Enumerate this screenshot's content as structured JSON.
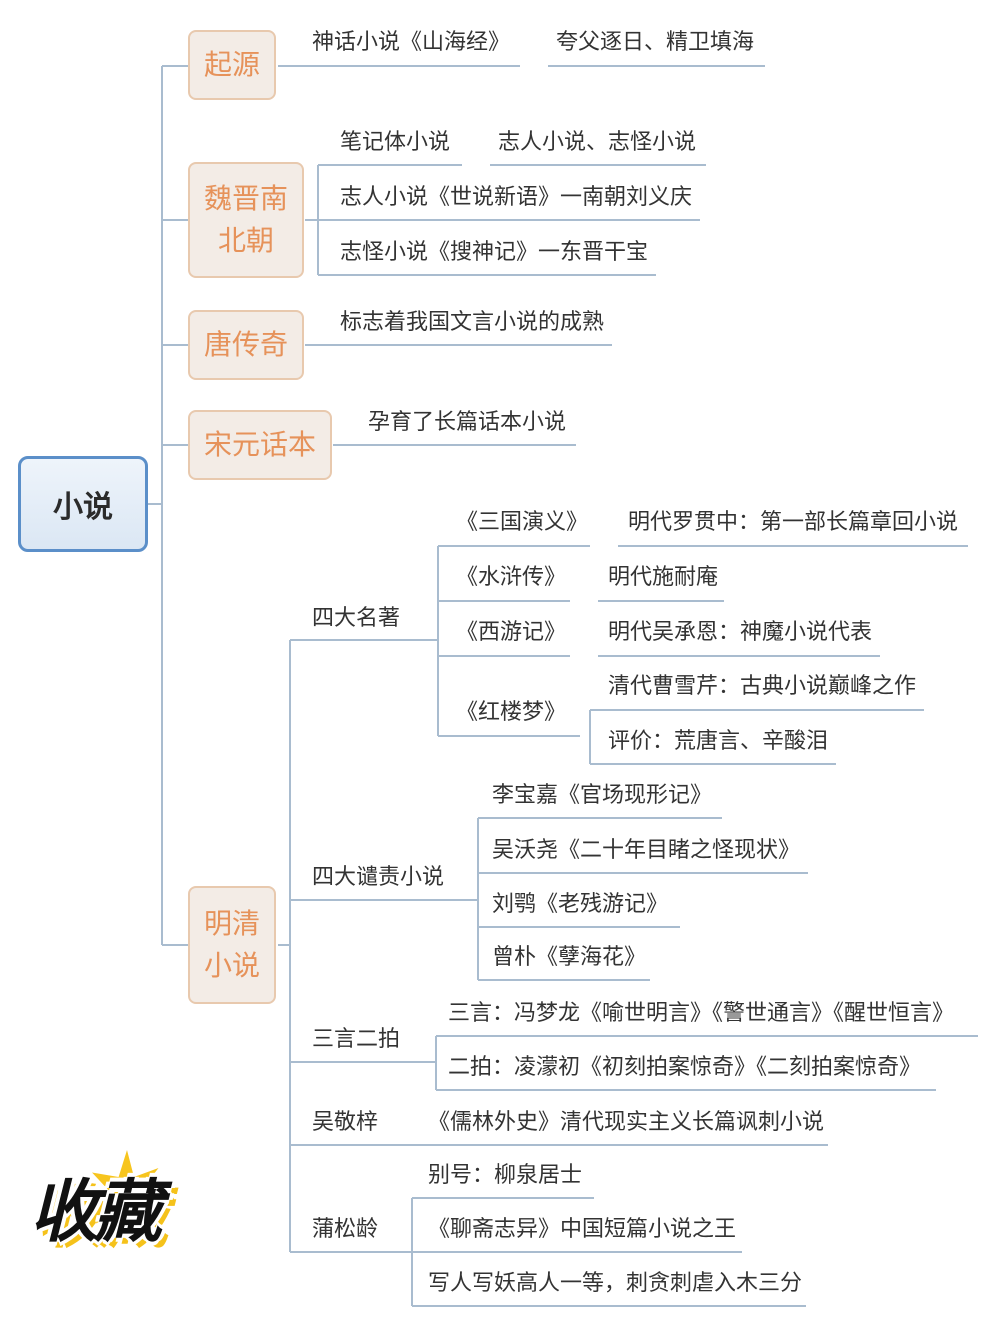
{
  "root": "小说",
  "eras": {
    "origin": "起源",
    "weijin": "魏晋南\n北朝",
    "tang": "唐传奇",
    "songyuan": "宋元话本",
    "mingqing": "明清\n小说"
  },
  "origin": {
    "item": "神话小说《山海经》",
    "detail": "夸父逐日、精卫填海"
  },
  "weijin": {
    "items": [
      "笔记体小说",
      "志人小说《世说新语》一南朝刘义庆",
      "志怪小说《搜神记》一东晋干宝"
    ],
    "detail": "志人小说、志怪小说"
  },
  "tang": {
    "item": "标志着我国文言小说的成熟"
  },
  "songyuan": {
    "item": "孕育了长篇话本小说"
  },
  "mingqing": {
    "four_classics": {
      "label": "四大名著",
      "books": [
        {
          "title": "《三国演义》",
          "details": [
            "明代罗贯中：第一部长篇章回小说"
          ]
        },
        {
          "title": "《水浒传》",
          "details": [
            "明代施耐庵"
          ]
        },
        {
          "title": "《西游记》",
          "details": [
            "明代吴承恩：神魔小说代表"
          ]
        },
        {
          "title": "《红楼梦》",
          "details": [
            "清代曹雪芹：古典小说巅峰之作",
            "评价：荒唐言、辛酸泪"
          ]
        }
      ]
    },
    "condemnation": {
      "label": "四大谴责小说",
      "items": [
        "李宝嘉《官场现形记》",
        "吴沃尧《二十年目睹之怪现状》",
        "刘鹗《老残游记》",
        "曾朴《孽海花》"
      ]
    },
    "sanyan": {
      "label": "三言二拍",
      "items": [
        "三言：冯梦龙《喻世明言》《警世通言》《醒世恒言》",
        "二拍：凌濛初《初刻拍案惊奇》《二刻拍案惊奇》"
      ]
    },
    "wu": {
      "label": "吴敬梓",
      "item": "《儒林外史》清代现实主义长篇讽刺小说"
    },
    "pu": {
      "label": "蒲松龄",
      "items": [
        "别号：柳泉居士",
        "《聊斋志异》中国短篇小说之王",
        "写人写妖高人一等，刺贪刺虐入木三分"
      ]
    }
  },
  "stamp": "收藏",
  "colors": {
    "root_border": "#5b8fc9",
    "era_text": "#e6925a",
    "era_border": "#e8c9ae",
    "line": "#9fb3c8",
    "stamp_accent": "#f7c51e"
  }
}
